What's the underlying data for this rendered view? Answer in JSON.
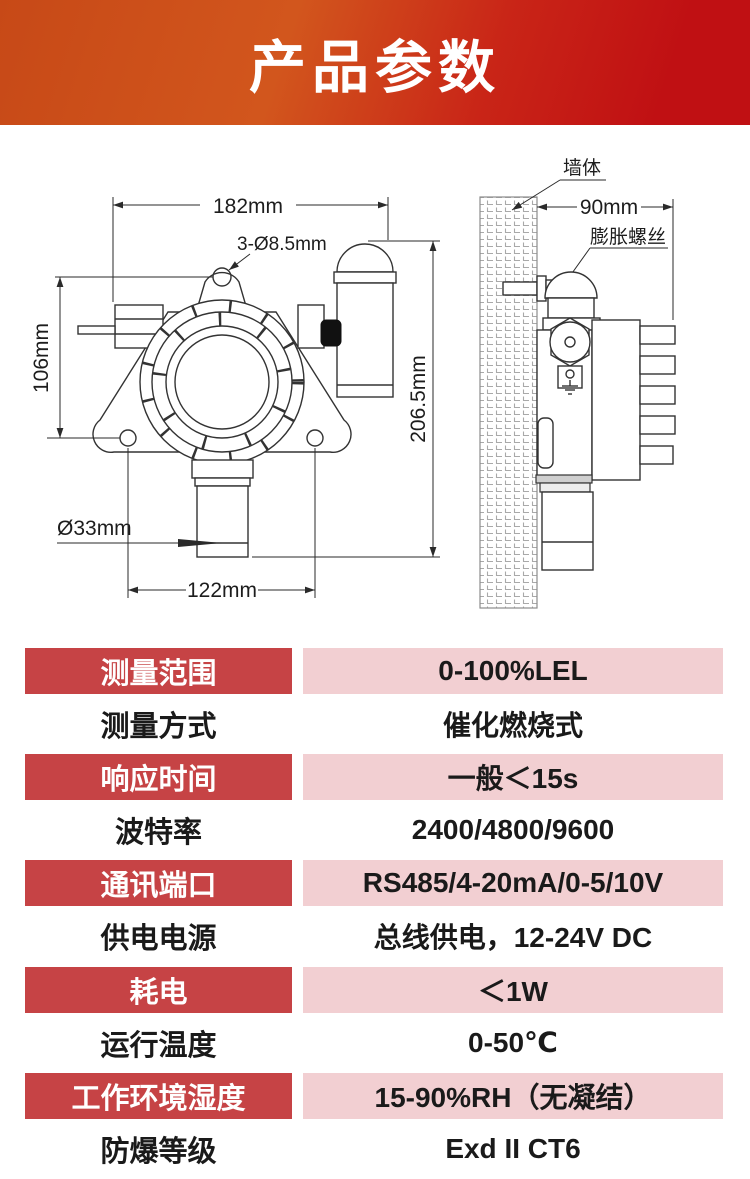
{
  "header": {
    "title": "产品参数",
    "gradient_left": "#c74917",
    "gradient_mid": "#d2561d",
    "gradient_right": "#c01013"
  },
  "diagram": {
    "front_view": {
      "dim_width_top": "182mm",
      "dim_mount_holes": "3-Ø8.5mm",
      "dim_height_left": "106mm",
      "dim_height_right": "206.5mm",
      "dim_sensor_diameter": "Ø33mm",
      "dim_width_bottom": "122mm"
    },
    "side_view": {
      "wall_label": "墙体",
      "dim_depth": "90mm",
      "screw_label": "膨胀螺丝"
    }
  },
  "spec_table": {
    "label_bg": "#c64345",
    "value_bg": "#f2cfd2",
    "rows": [
      {
        "label": "测量范围",
        "value": "0-100%LEL",
        "highlighted": true
      },
      {
        "label": "测量方式",
        "value": "催化燃烧式",
        "highlighted": false
      },
      {
        "label": "响应时间",
        "value": "一般＜15s",
        "highlighted": true
      },
      {
        "label": "波特率",
        "value": "2400/4800/9600",
        "highlighted": false
      },
      {
        "label": "通讯端口",
        "value": "RS485/4-20mA/0-5/10V",
        "highlighted": true
      },
      {
        "label": "供电电源",
        "value": "总线供电，12-24V DC",
        "highlighted": false
      },
      {
        "label": "耗电",
        "value": "＜1W",
        "highlighted": true
      },
      {
        "label": "运行温度",
        "value": "0-50℃",
        "highlighted": false
      },
      {
        "label": "工作环境湿度",
        "value": "15-90%RH（无凝结）",
        "highlighted": true
      },
      {
        "label": "防爆等级",
        "value": "Exd II CT6",
        "highlighted": false
      }
    ]
  }
}
